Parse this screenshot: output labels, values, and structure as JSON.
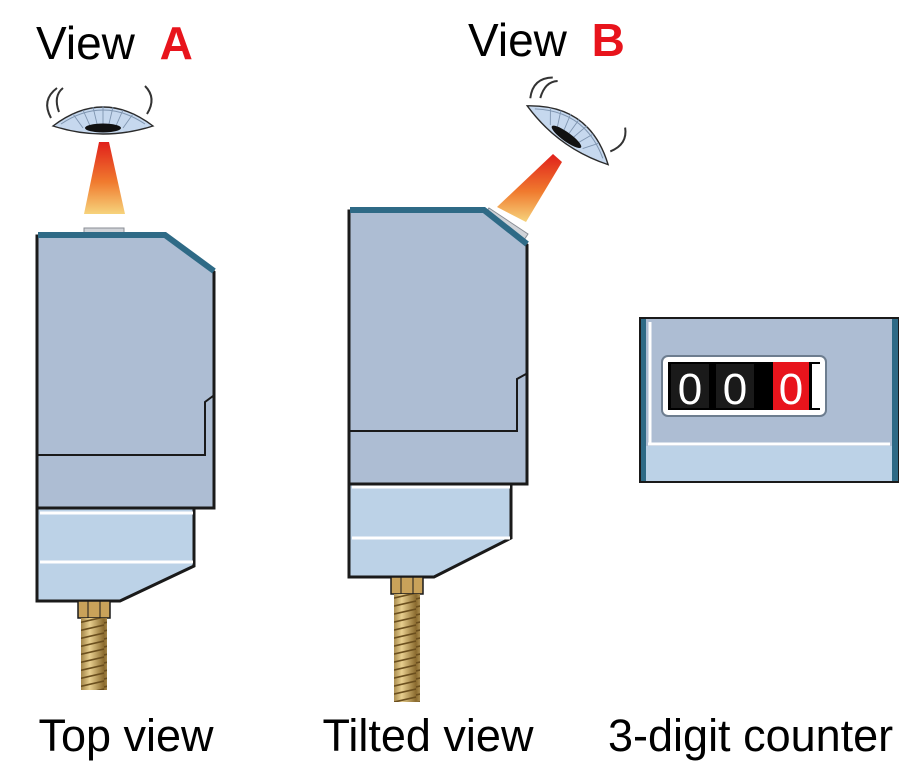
{
  "colors": {
    "accent_red": "#e8141c",
    "body_fill": "#adbdd3",
    "body_lower_fill": "#bcd2e7",
    "edge_dark": "#2e6a86",
    "outline": "#1a1a1a",
    "brass": "#c9a25a",
    "eye_fill": "#c6d8ee"
  },
  "views": [
    {
      "prefix": "View",
      "letter": "A",
      "caption": "Top view"
    },
    {
      "prefix": "View",
      "letter": "B",
      "caption": "Tilted view"
    }
  ],
  "counter": {
    "caption": "3-digit counter",
    "digits": [
      "0",
      "0",
      "0"
    ],
    "highlighted_digit_index": 2
  },
  "icons": [
    "eye-icon",
    "sight-beam",
    "threaded-shaft"
  ]
}
